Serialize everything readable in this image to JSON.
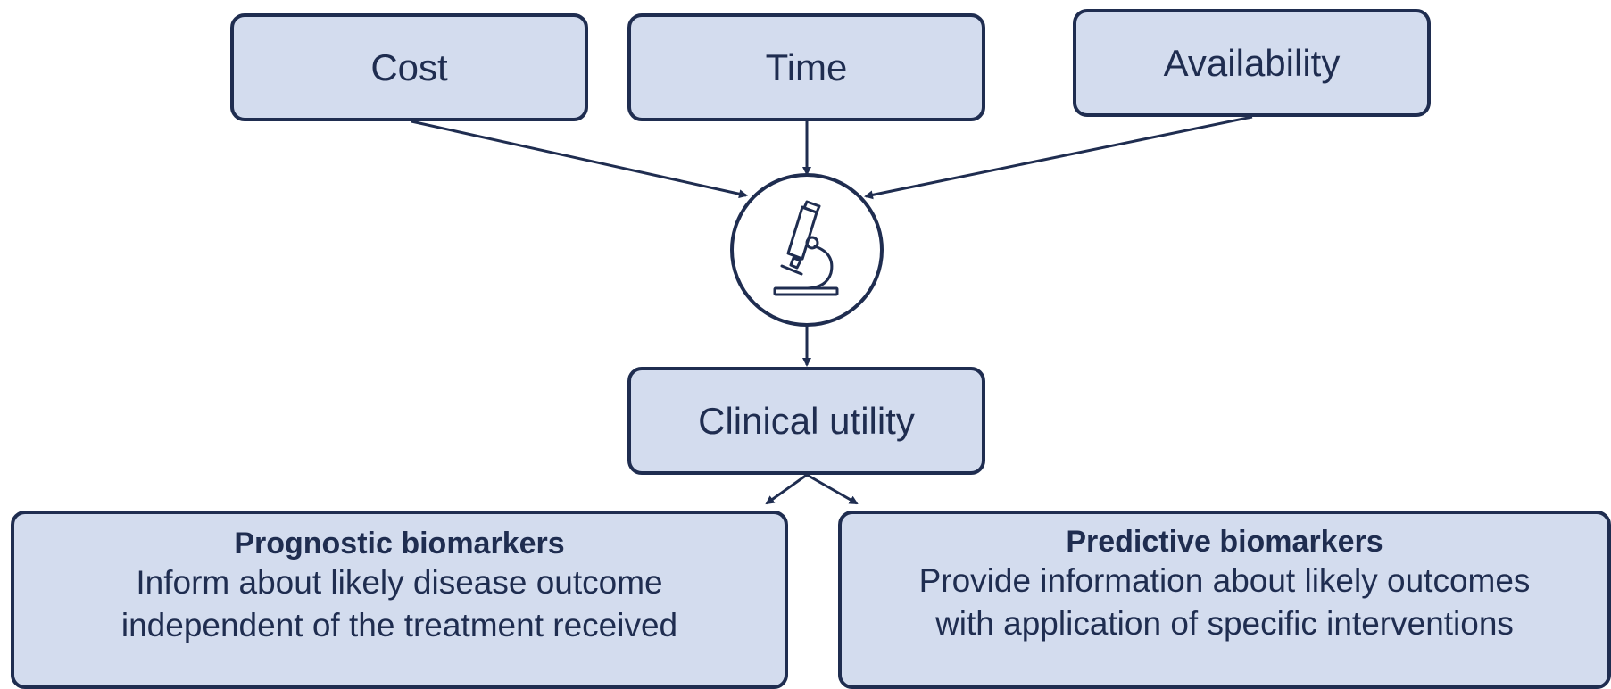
{
  "factors": {
    "cost": "Cost",
    "time": "Time",
    "availability": "Availability"
  },
  "center_icon": "microscope-icon",
  "clinical_utility": "Clinical utility",
  "prognostic": {
    "title": "Prognostic biomarkers",
    "line1": "Inform about likely disease outcome",
    "line2": "independent of the treatment received"
  },
  "predictive": {
    "title": "Predictive biomarkers",
    "line1": "Provide information about likely outcomes",
    "line2": "with application of specific interventions"
  },
  "colors": {
    "stroke": "#1f2d50",
    "fill": "#d3dcee",
    "background": "#ffffff"
  }
}
